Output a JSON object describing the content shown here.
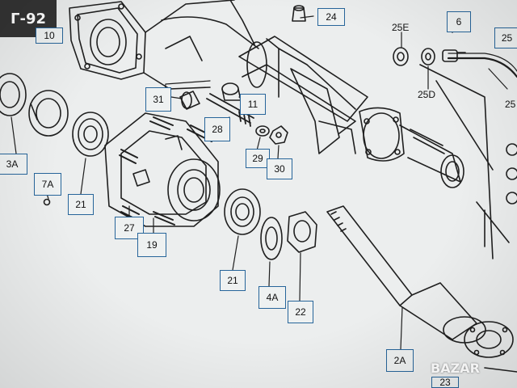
{
  "page_code": "Г-92",
  "watermark": "BAZAR",
  "colors": {
    "label_border": "#27659a",
    "line_art": "#1f1f1f",
    "background": "#e9ecec"
  },
  "labels": {
    "l10": "10",
    "l24": "24",
    "l25e": "25E",
    "l6": "6",
    "l25d": "25D",
    "l25_top_right": "25",
    "l25_right": "25",
    "l31": "31",
    "l11": "11",
    "l28": "28",
    "l29": "29",
    "l30": "30",
    "l3a": "3A",
    "l7a": "7A",
    "l21_left": "21",
    "l27": "27",
    "l19": "19",
    "l21_mid": "21",
    "l4a": "4A",
    "l22": "22",
    "l2a": "2A",
    "l23": "23"
  }
}
